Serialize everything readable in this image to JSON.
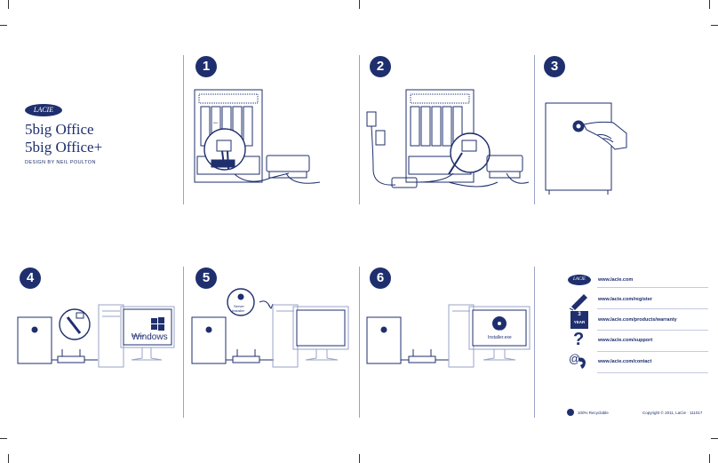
{
  "brand": {
    "logo": "LACIE"
  },
  "product": {
    "name_1": "5big Office",
    "name_2": "5big Office+",
    "designer": "DESIGN BY NEIL POULTON"
  },
  "steps": [
    "1",
    "2",
    "3",
    "4",
    "5",
    "6"
  ],
  "step5": {
    "cd_label_1": "Server",
    "cd_label_2": "Installer"
  },
  "step6": {
    "cd_label": "DVD",
    "installer": "Installer.exe"
  },
  "step4": {
    "os_small": "Microsoft",
    "os": "Windows"
  },
  "info": {
    "links": [
      {
        "icon": "lacie-logo-icon",
        "badge": "LACIE",
        "text": "www.lacie.com"
      },
      {
        "icon": "pen-icon",
        "text": "www.lacie.com/register"
      },
      {
        "icon": "warranty-icon",
        "badge_num": "3",
        "badge_text": "YEAR",
        "text": "www.lacie.com/products/warranty"
      },
      {
        "icon": "question-icon",
        "glyph": "?",
        "text": "www.lacie.com/support"
      },
      {
        "icon": "contact-icon",
        "glyph": "@",
        "text": "www.lacie.com/contact"
      }
    ],
    "recyclable": "100% Recyclable",
    "copyright": "Copyright © 2011, LaCie · 111017"
  },
  "colors": {
    "navy": "#1f2f6e",
    "line": "#9aa3c7"
  }
}
